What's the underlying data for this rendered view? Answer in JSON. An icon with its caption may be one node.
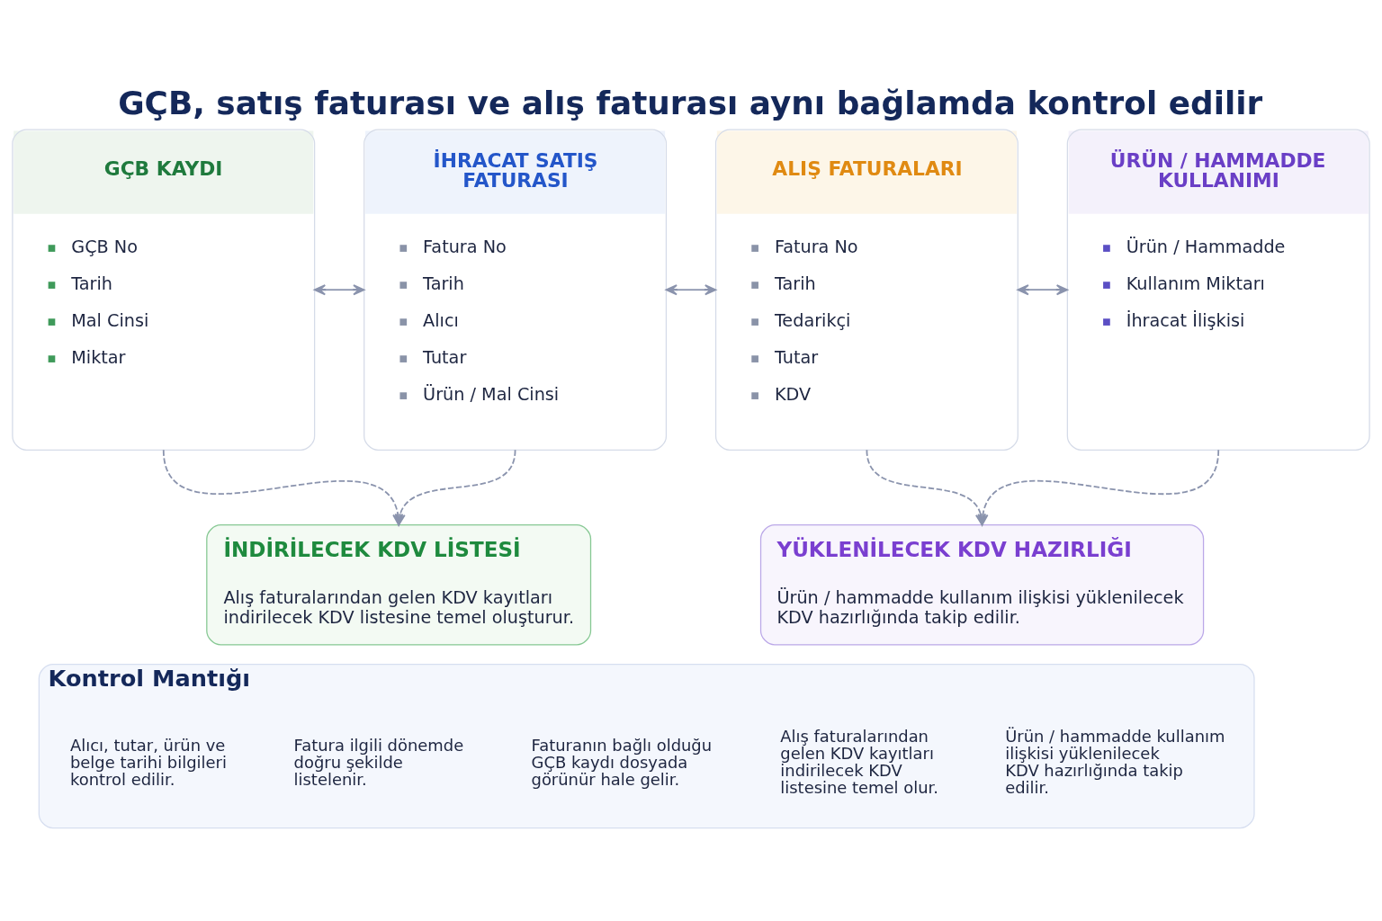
{
  "diagram": {
    "title": "GÇB, satış faturası ve alış faturası aynı bağlamda kontrol edilir",
    "nodes": [
      {
        "text": [
          "GÇB KAYDI",
          "GÇB No",
          "Tarih",
          "Mal Cinsi",
          "Miktar"
        ]
      },
      {
        "text": [
          "İHRACAT SATIŞ FATURASI",
          "Fatura No",
          "Tarih",
          "Alıcı",
          "Tutar",
          "Ürün / Mal Cinsi"
        ]
      },
      {
        "text": [
          "ALIŞ FATURALARI",
          "Fatura No",
          "Tarih",
          "Tedarikçi",
          "Tutar",
          "KDV"
        ]
      },
      {
        "text": [
          "ÜRÜN / HAMMADDE KULLANIMI",
          "Ürün / Hammadde",
          "Kullanım Miktarı",
          "İhracat İlişkisi"
        ]
      },
      {
        "text": [
          "İNDİRİLECEK KDV LİSTESİ",
          "Alış faturalarından gelen KDV kayıtları indirilecek KDV listesine temel oluşturur."
        ]
      },
      {
        "text": [
          "YÜKLENİLECEK KDV HAZIRLIĞI",
          "Ürün / hammadde kullanım ilişkisi yüklenilecek KDV hazırlığında takip edilir."
        ]
      },
      {
        "text": [
          "Kontrol Mantığı"
        ]
      },
      {
        "text": [
          "Alıcı, tutar, ürün ve belge tarihi bilgileri kontrol edilir."
        ],
        "in": 6
      },
      {
        "text": [
          "Fatura ilgili dönemde doğru şekilde listelenir."
        ],
        "in": 6
      },
      {
        "text": [
          "Faturanın bağlı olduğu GÇB kaydı dosyada görünür hale gelir."
        ],
        "in": 6
      },
      {
        "text": [
          "Alış faturalarından gelen KDV kayıtları indirilecek KDV listesine temel olur."
        ],
        "in": 6
      },
      {
        "text": [
          "Ürün / hammadde kullanım ilişkisi yüklenilecek KDV hazırlığında takip edilir."
        ],
        "in": 6
      }
    ],
    "edges": [
      {
        "from": 0,
        "to": 1,
        "arrow": "both"
      },
      {
        "from": 1,
        "to": 2,
        "arrow": "both"
      },
      {
        "from": 2,
        "to": 3,
        "arrow": "both"
      },
      {
        "from": 0,
        "to": 4,
        "arrow": "to",
        "style": "dashed"
      },
      {
        "from": 1,
        "to": 4,
        "arrow": "to",
        "style": "dashed"
      },
      {
        "from": 2,
        "to": 5,
        "arrow": "to",
        "style": "dashed"
      },
      {
        "from": 3,
        "to": 5,
        "arrow": "to",
        "style": "dashed"
      }
    ]
  }
}
